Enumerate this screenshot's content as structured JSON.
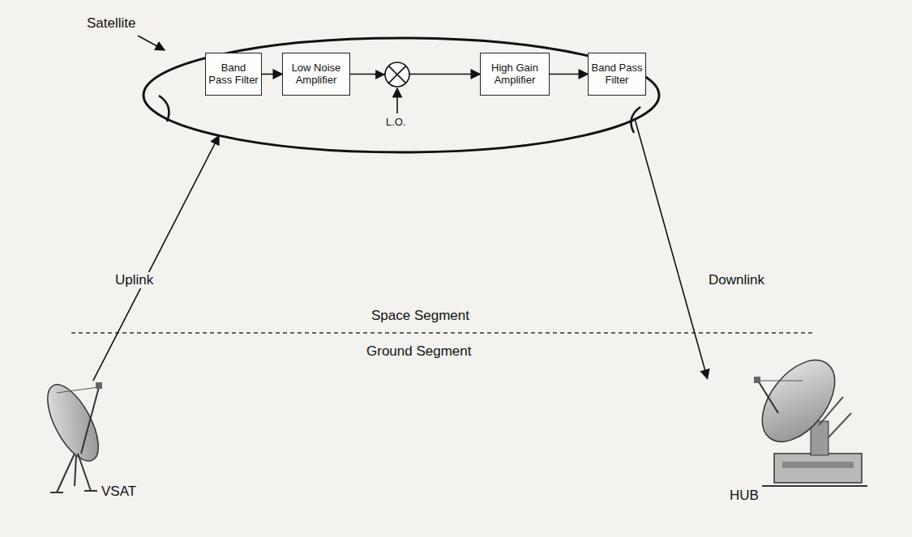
{
  "diagram": {
    "nodes": [
      {
        "text": [
          "Satellite"
        ]
      },
      {
        "text": [
          "Band Pass Filter"
        ],
        "in": 0
      },
      {
        "text": [
          "Low Noise Amplifier"
        ],
        "in": 0
      },
      {
        "text": [
          "High Gain Amplifier"
        ],
        "in": 0
      },
      {
        "text": [
          "Band Pass Filter"
        ],
        "in": 0
      },
      {
        "text": [
          "VSAT"
        ]
      },
      {
        "text": [
          "HUB"
        ]
      }
    ],
    "edges": [
      {
        "from": 1,
        "to": 2,
        "arrow": "to"
      },
      {
        "from": 2,
        "to": 3,
        "arrow": "to"
      },
      {
        "from": 3,
        "to": 4,
        "arrow": "to"
      },
      {
        "from": 5,
        "to": 0,
        "label": "Uplink",
        "arrow": "to"
      },
      {
        "from": 0,
        "to": 6,
        "label": "Downlink",
        "arrow": "to"
      }
    ],
    "labels": [
      "L.O.",
      "Space Segment",
      "Ground Segment"
    ]
  }
}
